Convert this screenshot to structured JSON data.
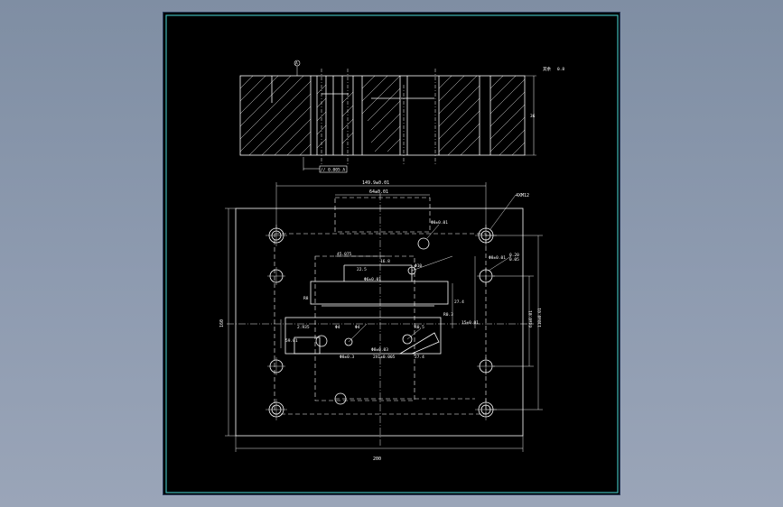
{
  "drawing": {
    "dims": {
      "top_width": "149.9±0.01",
      "inner_width": "64±0.01",
      "bottom_width": "200",
      "left_height": "160",
      "holes_note": "4XM12",
      "bore_top": "Φ8±0.01",
      "dim_45": "45.075",
      "dim_16": "16.8",
      "dim_225": "22.5",
      "slot_top": "Φ6±0.01",
      "slot_r": "Φ10",
      "r_left": "R8",
      "dim_2935": "2.935",
      "dim_59": "59.01",
      "dim_m1": "Φ4",
      "dim_m2": "Φ4",
      "r_mid": "R0.5",
      "r_right": "R0.3",
      "dim_bot1": "Φ8±0.03",
      "dim_bot2": "2X1±0.005",
      "dim_bot3": "Φ8±0.3",
      "dim_small1": "27.4",
      "dim_small2": "27.4",
      "dim_small3": "15±0.01",
      "right_dim1": "64±0.01",
      "right_dim2": "110±0.01",
      "right_dim3": "Φ8±0.01",
      "right_sup": "0.20",
      "right_sup2": "0.05",
      "side_thickness": "36",
      "tolerance_frame": "// 0.005 A",
      "datum": "A",
      "roughness": "0.8",
      "corner_note": "其余"
    }
  }
}
